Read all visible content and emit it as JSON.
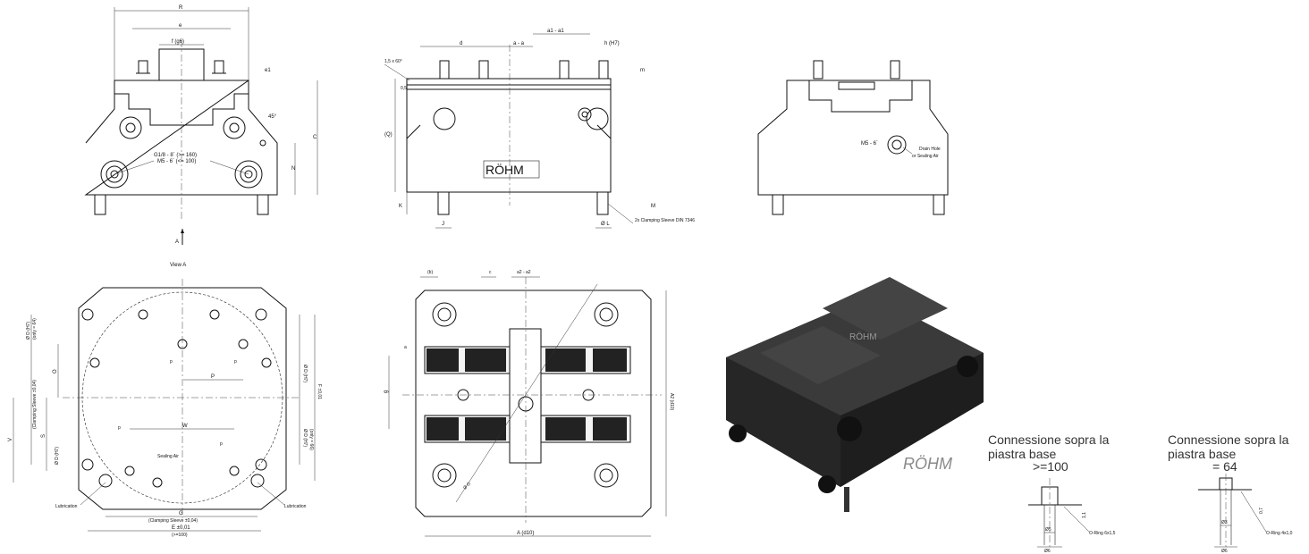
{
  "front_view": {
    "labels": {
      "R": "R",
      "e": "e",
      "f": "f (g6)",
      "e1": "e1",
      "angle45": "45°",
      "C": "C",
      "N": "N",
      "thread1": "G1/8 - 8´ (>= 160)",
      "thread2": "M5 - 6´ (<= 100)",
      "arrow_A": "A"
    }
  },
  "side_view": {
    "labels": {
      "chamfer": "1,5 x 60°",
      "d": "d",
      "aa": "a - a",
      "a1a1": "a1 - a1",
      "h": "h (H7)",
      "m": "m",
      "dim05": "0,5",
      "Q": "(Q)",
      "K": "K",
      "M": "M",
      "J": "J",
      "L": "Ø L",
      "sleeve": "2x Clamping Sleeve DIN 7346",
      "logo": "RÖHM"
    }
  },
  "rear_view": {
    "labels": {
      "thread": "M5 - 6´",
      "drain1": "Drain Hole",
      "drain2": "or Sealing Air"
    }
  },
  "bottom_view": {
    "labels": {
      "title": "View A",
      "D_top": "Ø D (H7)",
      "only64": "(only = 64)",
      "clamping_side": "(Clamping Sleeve ±0,04)",
      "O": "O",
      "S": "S",
      "V": "V",
      "D_left": "Ø D (H7)",
      "P": "P",
      "p": "p",
      "W": "W",
      "sealing": "Sealing Air",
      "D_right": "Ø D (H7)",
      "F": "F ±0,01",
      "D_right2": "Ø D (H7)",
      "only66": "(only = 66)",
      "lub_left": "Lubrication",
      "lub_right": "Lubrication",
      "G": "G",
      "G_note": "(Clamping Sleeve ±0,04)",
      "E": "E ±0,01",
      "E_note": "(>=100)"
    }
  },
  "top_view": {
    "labels": {
      "b": "(b)",
      "c": "c",
      "a2a2": "a2 - a2",
      "a": "a",
      "g": "g",
      "O": "Ø O",
      "A2": "A2 (d10)",
      "A": "A (d10)"
    }
  },
  "iso_view": {
    "logo": "RÖHM"
  },
  "details": [
    {
      "title_line1": "Connessione sopra la",
      "title_line2": "piastra base",
      "size": ">=100",
      "d_inner": "Ø5",
      "d_outer": "Ø6",
      "depth": "1,1",
      "oring": "O-Ring 6x1,5"
    },
    {
      "title_line1": "Connessione sopra la",
      "title_line2": "piastra base",
      "size": "= 64",
      "d_inner": "Ø3",
      "d_outer": "Ø6",
      "depth": "0,7",
      "oring": "O-Ring 4x1,0"
    }
  ]
}
